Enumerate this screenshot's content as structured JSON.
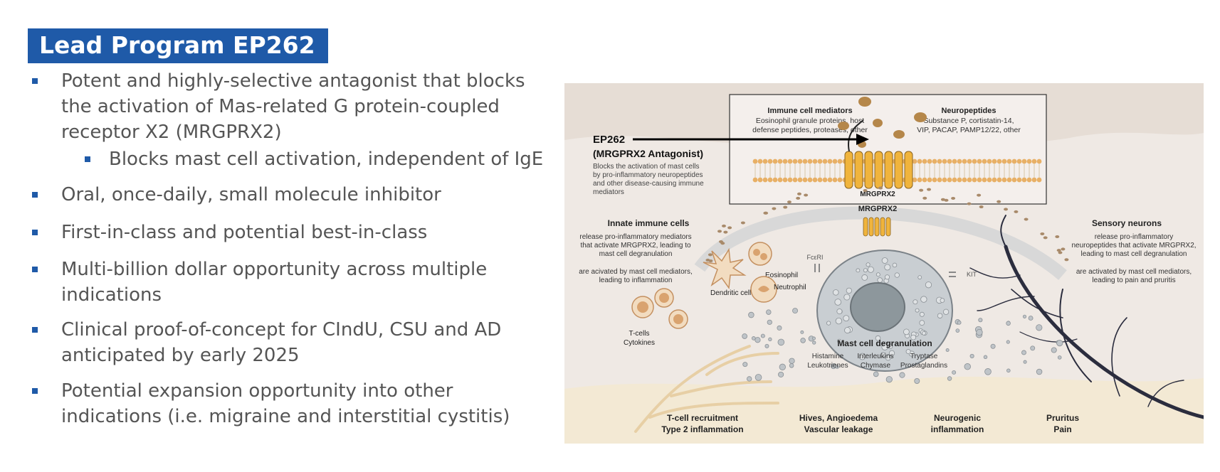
{
  "title": "Lead Program EP262",
  "bullets": [
    {
      "lines": [
        "Potent and highly-selective antagonist that blocks",
        "the activation of Mas-related G protein-coupled",
        "receptor X2 (MRGPRX2)"
      ]
    },
    {
      "lines": [
        "Blocks mast cell activation, independent of IgE"
      ],
      "sub": true
    },
    {
      "lines": [
        "Oral, once-daily, small molecule inhibitor"
      ]
    },
    {
      "lines": [
        "First-in-class and potential best-in-class"
      ]
    },
    {
      "lines": [
        "Multi-billion dollar opportunity across multiple",
        "indications"
      ]
    },
    {
      "lines": [
        "Clinical proof-of-concept for CIndU, CSU and AD",
        "anticipated by early 2025"
      ]
    },
    {
      "lines": [
        "Potential expansion opportunity into other",
        "indications (i.e. migraine and interstitial cystitis)"
      ]
    }
  ],
  "diagram": {
    "drug_name": "EP262",
    "drug_sub": "(MRGPRX2 Antagonist)",
    "drug_desc": [
      "Blocks the activation of mast cells",
      "by pro-inflammatory neuropeptides",
      "and other disease-causing immune",
      "mediators"
    ],
    "immune_mediators_title": "Immune cell mediators",
    "immune_mediators_desc": [
      "Eosinophil granule proteins, host",
      "defense peptides, proteases, other"
    ],
    "neuropeptides_title": "Neuropeptides",
    "neuropeptides_desc": [
      "Substance P, cortistatin-14,",
      "VIP, PACAP, PAMP12/22, other"
    ],
    "receptor_label": "MRGPRX2",
    "receptor_label_cell": "MRGPRX2",
    "innate_title": "Innate immune cells",
    "innate_desc1": [
      "release pro-inflammatory mediators",
      "that activate MRGPRX2, leading to",
      "mast cell degranulation"
    ],
    "innate_desc2": [
      "are acivated by mast cell mediators,",
      "leading to inflammation"
    ],
    "sensory_title": "Sensory neurons",
    "sensory_desc1": [
      "release pro-inflammatory",
      "neuropeptides that activate MRGPRX2,",
      "leading to mast cell degranulation"
    ],
    "sensory_desc2": [
      "are activated by mast cell mediators,",
      "leading to pain and pruritis"
    ],
    "fceri": "FcεRI",
    "kit": "KIT",
    "eosinophil": "Eosinophil",
    "neutrophil": "Neutrophil",
    "dendritic": "Dendritic cell",
    "tcells": "T-cells",
    "cytokines": "Cytokines",
    "degran_title": "Mast cell degranulation",
    "degran_items": [
      "Histamine",
      "Leukotrienes",
      "Interleukins",
      "Chymase",
      "Tryptase",
      "Prostaglandins"
    ],
    "outcomes": [
      [
        "T-cell recruitment",
        "Type 2 inflammation"
      ],
      [
        "Hives, Angioedema",
        "Vascular leakage"
      ],
      [
        "Neurogenic",
        "inflammation"
      ],
      [
        "Pruritus",
        "Pain"
      ]
    ],
    "colors": {
      "bg": "#efe9e4",
      "membrane": "#e8b066",
      "receptor": "#f0b43c",
      "cell": "#c9ced2",
      "nucleus": "#8d979c",
      "granule": "#a88a6a",
      "nerve": "#2b2d3e"
    }
  }
}
